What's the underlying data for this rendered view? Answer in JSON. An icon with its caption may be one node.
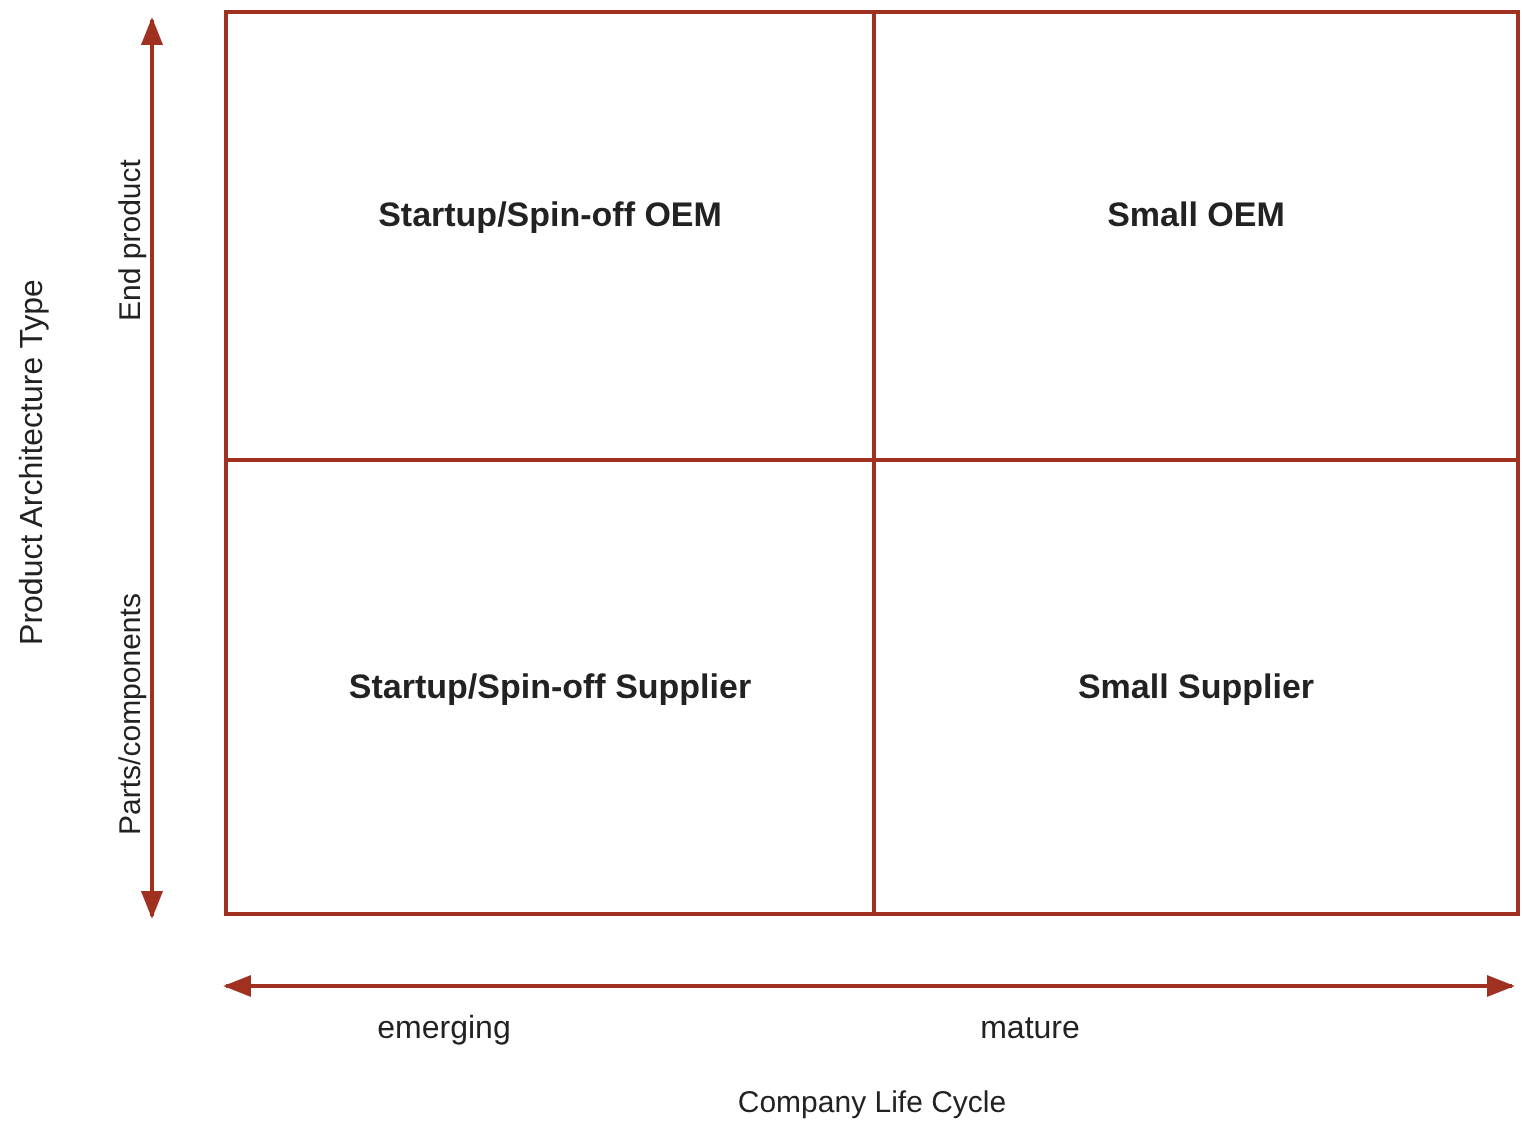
{
  "diagram": {
    "nodes": [
      {
        "text": [
          "Startup/Spin-off OEM"
        ]
      },
      {
        "text": [
          "Small OEM"
        ]
      },
      {
        "text": [
          "Startup/Spin-off Supplier"
        ]
      },
      {
        "text": [
          "Small Supplier"
        ]
      }
    ],
    "labels": [
      "Product Architecture Type",
      "End product",
      "Parts/components",
      "emerging",
      "mature",
      "Company Life Cycle"
    ]
  }
}
